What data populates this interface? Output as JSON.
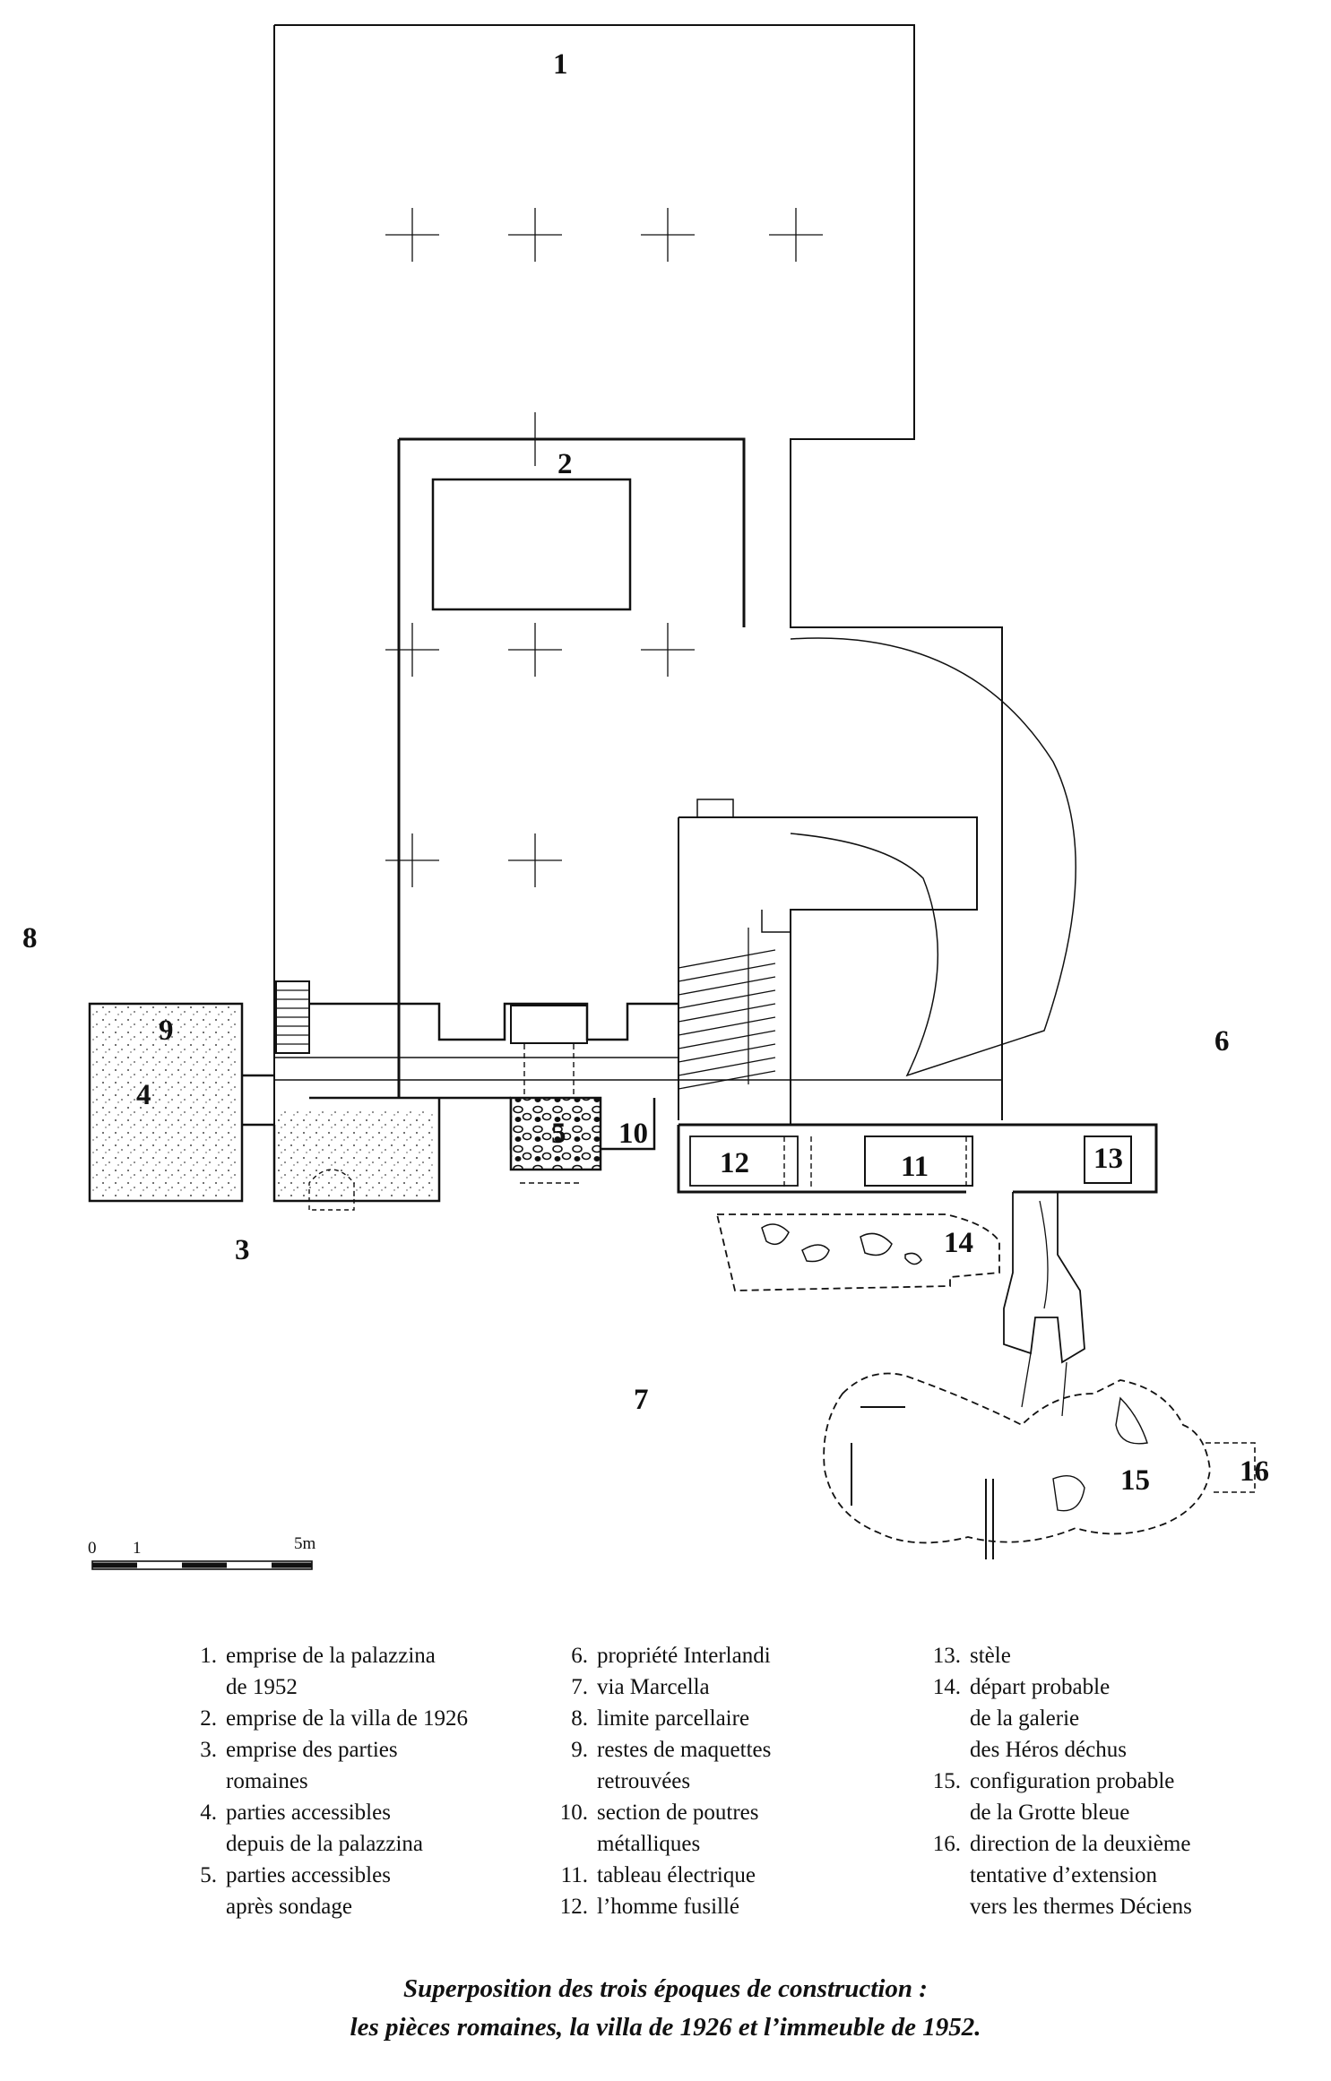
{
  "plan": {
    "labels": [
      "1",
      "2",
      "3",
      "4",
      "5",
      "6",
      "7",
      "8",
      "9",
      "10",
      "11",
      "12",
      "13",
      "14",
      "15",
      "16"
    ],
    "scale": {
      "zero": "0",
      "one": "1",
      "five": "5m"
    }
  },
  "legend": {
    "col1": [
      {
        "num": "1.",
        "text": "emprise de la palazzina\nde 1952"
      },
      {
        "num": "2.",
        "text": "emprise de la villa de 1926"
      },
      {
        "num": "3.",
        "text": "emprise des parties\nromaines"
      },
      {
        "num": "4.",
        "text": "parties accessibles\ndepuis de la palazzina"
      },
      {
        "num": "5.",
        "text": "parties accessibles\naprès sondage"
      }
    ],
    "col2": [
      {
        "num": "6.",
        "text": "propriété Interlandi"
      },
      {
        "num": "7.",
        "text": "via Marcella"
      },
      {
        "num": "8.",
        "text": "limite parcellaire"
      },
      {
        "num": "9.",
        "text": "restes de maquettes\nretrouvées"
      },
      {
        "num": "10.",
        "text": "section de poutres\nmétalliques"
      },
      {
        "num": "11.",
        "text": "tableau électrique"
      },
      {
        "num": "12.",
        "text": "l’homme fusillé"
      }
    ],
    "col3": [
      {
        "num": "13.",
        "text": "stèle"
      },
      {
        "num": "14.",
        "text": "départ probable\nde la galerie\ndes Héros déchus"
      },
      {
        "num": "15.",
        "text": "configuration probable\nde la Grotte bleue"
      },
      {
        "num": "16.",
        "text": "direction de la deuxième\ntentative d’extension\nvers les thermes Déciens"
      }
    ]
  },
  "caption": {
    "line1": "Superposition des trois époques de construction :",
    "line2": "les pièces romaines, la villa de 1926 et l’immeuble de 1952."
  }
}
